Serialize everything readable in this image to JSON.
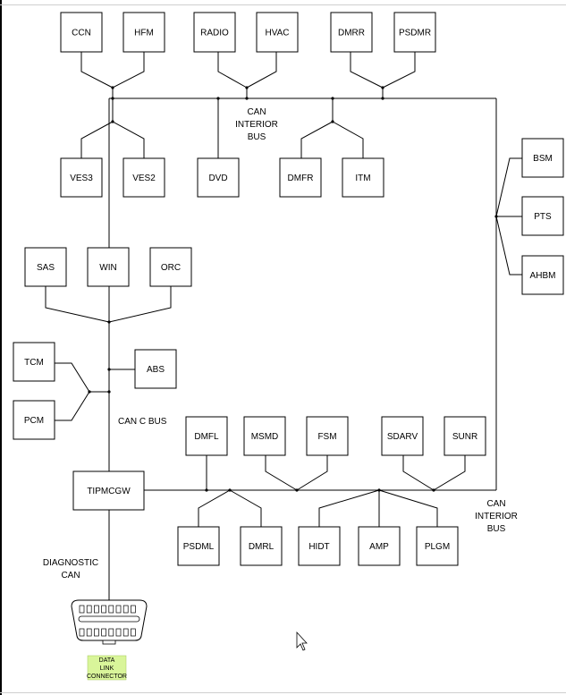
{
  "modules": {
    "ccn": "CCN",
    "hfm": "HFM",
    "radio": "RADIO",
    "hvac": "HVAC",
    "dmrr": "DMRR",
    "psdmr": "PSDMR",
    "ves3": "VES3",
    "ves2": "VES2",
    "dvd": "DVD",
    "dmfr": "DMFR",
    "itm": "ITM",
    "bsm": "BSM",
    "pts": "PTS",
    "ahbm": "AHBM",
    "sas": "SAS",
    "win": "WIN",
    "orc": "ORC",
    "tcm": "TCM",
    "pcm": "PCM",
    "abs": "ABS",
    "dmfl": "DMFL",
    "msmd": "MSMD",
    "fsm": "FSM",
    "sdarv": "SDARV",
    "sunr": "SUNR",
    "tipmcgw": "TIPMCGW",
    "psdml": "PSDML",
    "dmrl": "DMRL",
    "hidt": "HIDT",
    "amp": "AMP",
    "plgm": "PLGM"
  },
  "bus_labels": {
    "can_interior_top": [
      "CAN",
      "INTERIOR",
      "BUS"
    ],
    "can_interior_bottom": [
      "CAN",
      "INTERIOR",
      "BUS"
    ],
    "can_c": "CAN C BUS",
    "diagnostic": [
      "DIAGNOSTIC",
      "CAN"
    ]
  },
  "connector": {
    "label": [
      "DATA",
      "LINK",
      "CONNECTOR"
    ],
    "label_bg": "#d9f59a",
    "icon": "obd-connector-icon"
  },
  "colors": {
    "line": "#000000",
    "box": "#000000"
  }
}
